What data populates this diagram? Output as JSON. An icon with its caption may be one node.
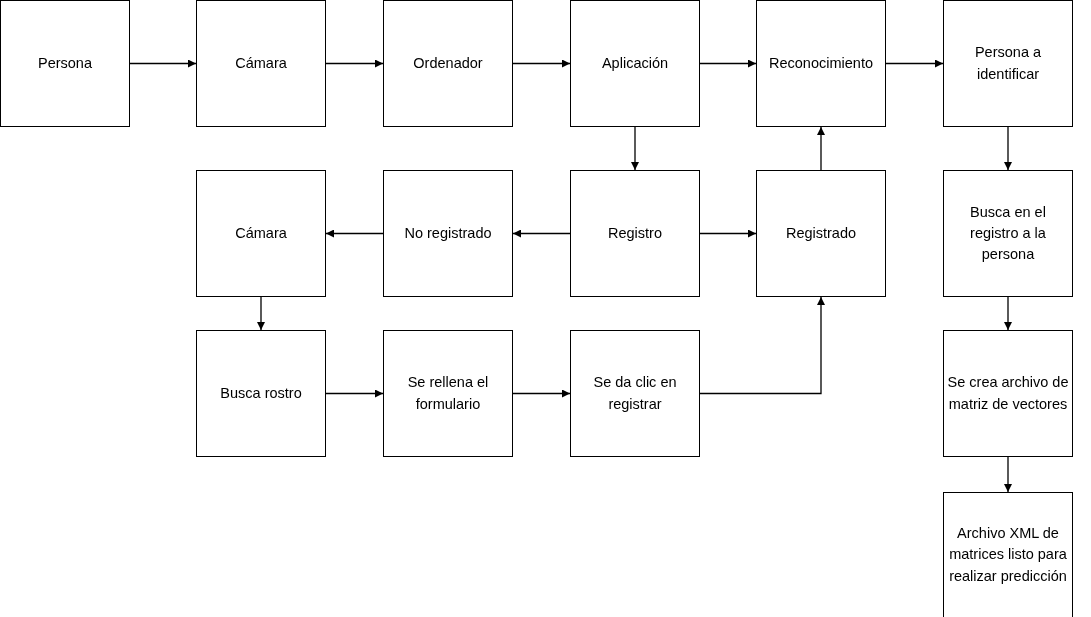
{
  "diagram": {
    "nodes": [
      {
        "text": [
          "Persona"
        ]
      },
      {
        "text": [
          "Cámara"
        ]
      },
      {
        "text": [
          "Ordenador"
        ]
      },
      {
        "text": [
          "Aplicación"
        ]
      },
      {
        "text": [
          "Reconocimiento"
        ]
      },
      {
        "text": [
          "Persona a identificar"
        ]
      },
      {
        "text": [
          "Cámara"
        ]
      },
      {
        "text": [
          "No registrado"
        ]
      },
      {
        "text": [
          "Registro"
        ]
      },
      {
        "text": [
          "Registrado"
        ]
      },
      {
        "text": [
          "Busca en el registro a la persona"
        ]
      },
      {
        "text": [
          "Busca rostro"
        ]
      },
      {
        "text": [
          "Se rellena el formulario"
        ]
      },
      {
        "text": [
          "Se da clic en registrar"
        ]
      },
      {
        "text": [
          "Se crea archivo de matriz de vectores"
        ]
      },
      {
        "text": [
          "Archivo XML de matrices listo para realizar predicción"
        ]
      }
    ],
    "edges": [
      {
        "from": 0,
        "to": 1,
        "arrow": "to"
      },
      {
        "from": 1,
        "to": 2,
        "arrow": "to"
      },
      {
        "from": 2,
        "to": 3,
        "arrow": "to"
      },
      {
        "from": 3,
        "to": 4,
        "arrow": "to"
      },
      {
        "from": 4,
        "to": 5,
        "arrow": "to"
      },
      {
        "from": 3,
        "to": 8,
        "arrow": "to"
      },
      {
        "from": 8,
        "to": 7,
        "arrow": "to"
      },
      {
        "from": 7,
        "to": 6,
        "arrow": "to"
      },
      {
        "from": 8,
        "to": 9,
        "arrow": "to"
      },
      {
        "from": 9,
        "to": 4,
        "arrow": "to"
      },
      {
        "from": 6,
        "to": 11,
        "arrow": "to"
      },
      {
        "from": 11,
        "to": 12,
        "arrow": "to"
      },
      {
        "from": 12,
        "to": 13,
        "arrow": "to"
      },
      {
        "from": 13,
        "to": 9,
        "arrow": "to"
      },
      {
        "from": 5,
        "to": 10,
        "arrow": "to"
      },
      {
        "from": 10,
        "to": 14,
        "arrow": "to"
      },
      {
        "from": 14,
        "to": 15,
        "arrow": "to"
      }
    ]
  }
}
